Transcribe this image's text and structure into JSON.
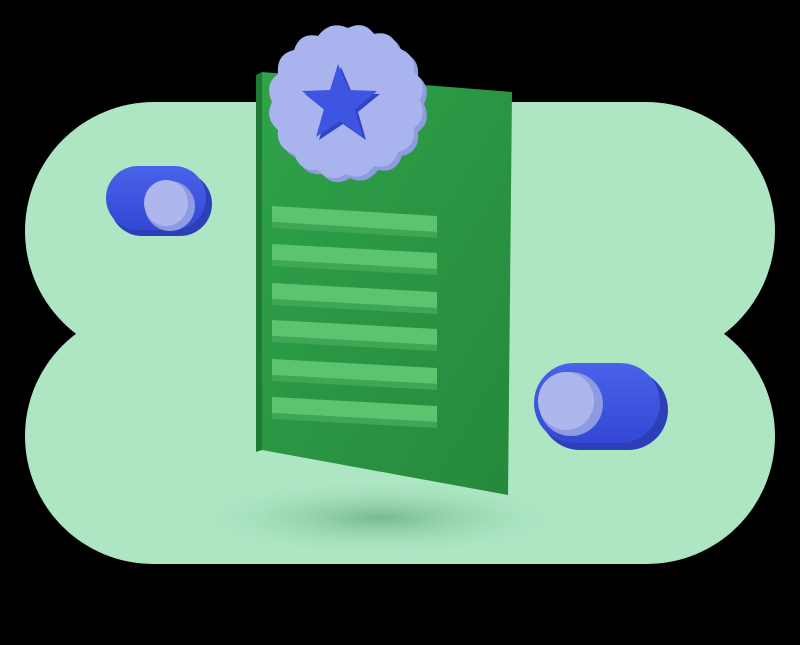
{
  "colors": {
    "background": "#000000",
    "blob": "#aee6c4",
    "blob_shadow": "#8fcfa8",
    "card_front": "#2e9e47",
    "card_side": "#1f7a34",
    "card_lines": "#5cc46f",
    "card_lines_dark": "#3fa655",
    "badge": "#a9b4ee",
    "badge_dark": "#8f9be0",
    "star": "#3d55e0",
    "toggle_body": "#3f56e0",
    "toggle_side": "#2c3fb8",
    "toggle_knob": "#aeb6ee"
  },
  "icons": {
    "badge": "star-badge-icon",
    "toggle_left": "toggle-switch-icon",
    "toggle_right": "toggle-switch-icon",
    "document": "document-list-icon"
  },
  "document": {
    "line_count": 6
  },
  "toggles": {
    "left_state": "on",
    "right_state": "off"
  }
}
